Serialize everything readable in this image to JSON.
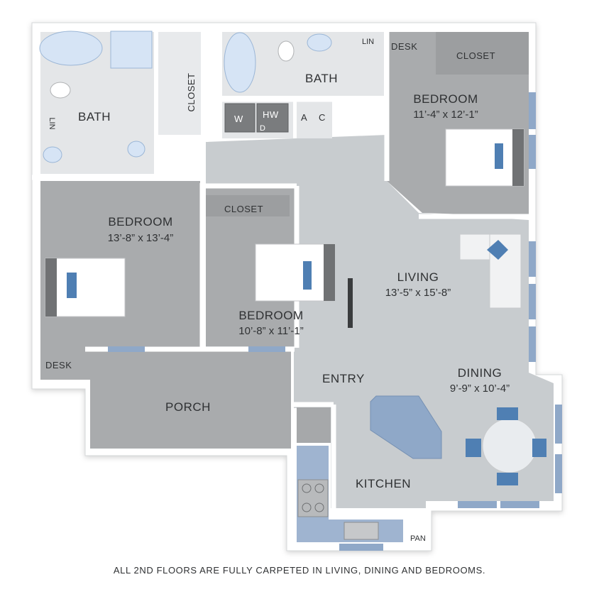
{
  "rooms": {
    "bath_left": {
      "name": "BATH"
    },
    "bath_right": {
      "name": "BATH"
    },
    "closet_bath": {
      "name": "CLOSET"
    },
    "closet_bedroom_right": {
      "name": "CLOSET"
    },
    "closet_middle": {
      "name": "CLOSET"
    },
    "lin_left": {
      "name": "LIN"
    },
    "lin_right": {
      "name": "LIN"
    },
    "desk_right": {
      "name": "DESK"
    },
    "desk_left": {
      "name": "DESK"
    },
    "bedroom_right": {
      "name": "BEDROOM",
      "dims": "11’-4” x 12’-1”"
    },
    "bedroom_left": {
      "name": "BEDROOM",
      "dims": "13’-8” x 13’-4”"
    },
    "bedroom_middle": {
      "name": "BEDROOM",
      "dims": "10’-8” x 11’-1”"
    },
    "living": {
      "name": "LIVING",
      "dims": "13’-5” x 15’-8”"
    },
    "dining": {
      "name": "DINING",
      "dims": "9’-9” x 10’-4”"
    },
    "entry": {
      "name": "ENTRY"
    },
    "porch": {
      "name": "PORCH"
    },
    "kitchen": {
      "name": "KITCHEN"
    },
    "pantry": {
      "name": "PAN"
    }
  },
  "appliances": {
    "washer": "W",
    "dryer": "D",
    "water_heater": "HW",
    "ac_a": "A",
    "ac_c": "C"
  },
  "footnote": "ALL 2ND FLOORS ARE FULLY CARPETED IN LIVING, DINING AND BEDROOMS.",
  "colors": {
    "wall": "#ffffff",
    "carpet": "#a9abad",
    "floor_wood": "#c8cccf",
    "tile": "#e4e6e8",
    "accent_blue": "#8fa8c8",
    "text": "#2f3133"
  }
}
